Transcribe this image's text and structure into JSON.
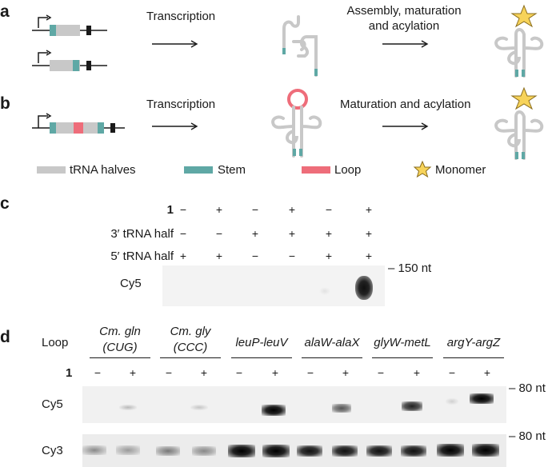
{
  "panels": {
    "a": {
      "letter": "a",
      "step1": "Transcription",
      "step2_line1": "Assembly, maturation",
      "step2_line2": "and acylation"
    },
    "b": {
      "letter": "b",
      "step1": "Transcription",
      "step2": "Maturation and acylation"
    },
    "legend": {
      "trna_halves": "tRNA halves",
      "stem": "Stem",
      "loop": "Loop",
      "monomer": "Monomer"
    },
    "c": {
      "letter": "c",
      "row_labels": [
        "1",
        "3′ tRNA half",
        "5′ tRNA half"
      ],
      "rows": [
        [
          "−",
          "+",
          "−",
          "+",
          "−",
          "+"
        ],
        [
          "−",
          "−",
          "+",
          "+",
          "+",
          "+"
        ],
        [
          "+",
          "+",
          "−",
          "−",
          "+",
          "+"
        ]
      ],
      "gel_label": "Cy5",
      "marker": "– 150 nt"
    },
    "d": {
      "letter": "d",
      "loop_label": "Loop",
      "row1_label": "1",
      "groups": [
        {
          "line1": "Cm. gln",
          "line2": "(CUG)"
        },
        {
          "line1": "Cm. gly",
          "line2": "(CCC)"
        },
        {
          "line1": "leuP-leuV",
          "line2": ""
        },
        {
          "line1": "alaW-alaX",
          "line2": ""
        },
        {
          "line1": "glyW-metL",
          "line2": ""
        },
        {
          "line1": "argY-argZ",
          "line2": ""
        }
      ],
      "signs": [
        "−",
        "+",
        "−",
        "+",
        "−",
        "+",
        "−",
        "+",
        "−",
        "+",
        "−",
        "+"
      ],
      "gel1_label": "Cy5",
      "gel2_label": "Cy3",
      "marker1": "– 80 nt",
      "marker2": "– 80 nt"
    }
  },
  "colors": {
    "trna_grey": "#c8c8c8",
    "stem_teal": "#5fa8a5",
    "loop_pink": "#ee6d7a",
    "star_fill": "#f7d35a",
    "star_stroke": "#8a6d1c"
  }
}
